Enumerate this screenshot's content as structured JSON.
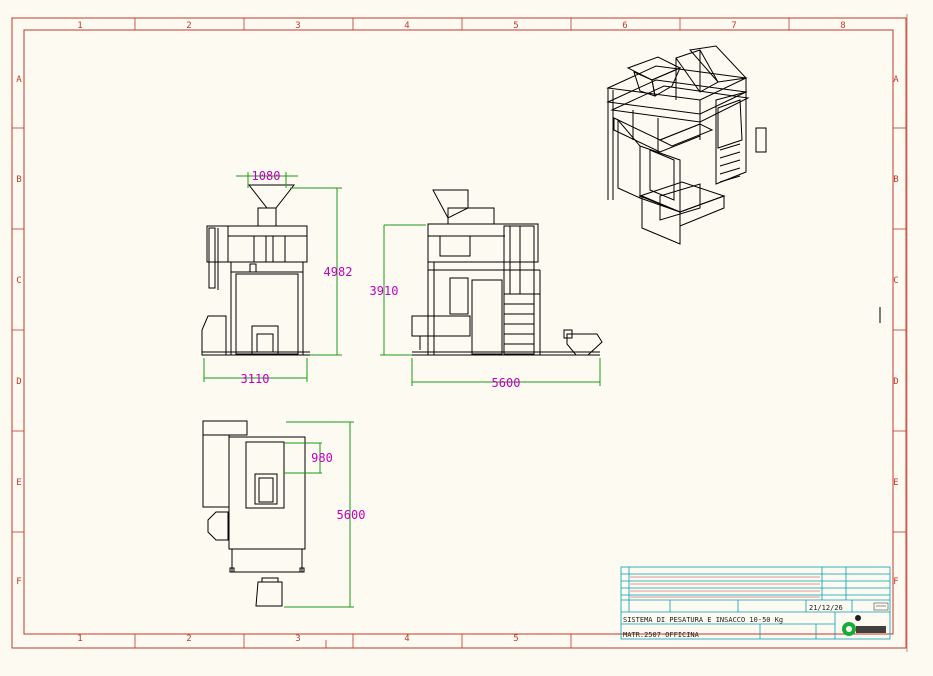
{
  "grid": {
    "columns": [
      "1",
      "2",
      "3",
      "4",
      "5",
      "6",
      "7",
      "8"
    ],
    "rows": [
      "A",
      "B",
      "C",
      "D",
      "E",
      "F"
    ]
  },
  "dimensions": {
    "front_top_width": "1080",
    "front_height": "4982",
    "front_width": "3110",
    "side_height": "3910",
    "side_width": "5600",
    "plan_inner": "980",
    "plan_length": "5600"
  },
  "title_block": {
    "title": "SISTEMA DI PESATURA E INSACCO 10-50 Kg",
    "subtitle": "MATR.2507 OFFICINA",
    "date": "21/12/26"
  },
  "colors": {
    "frame": "#c0392b",
    "drawing": "#000000",
    "dimension_line": "#1a9a1a",
    "dimension_text": "#c000c0",
    "title_block": "#00a0b0"
  }
}
